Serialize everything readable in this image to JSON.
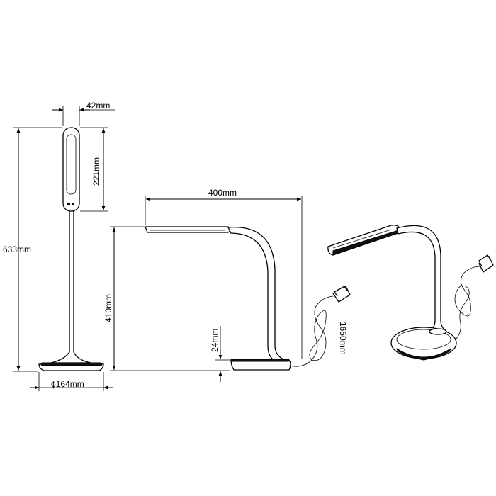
{
  "diagram": {
    "dimensions": {
      "head_width": "42mm",
      "head_length": "221mm",
      "total_height": "633mm",
      "base_diameter": "ϕ164mm",
      "arm_reach": "400mm",
      "lamp_height": "410mm",
      "base_height": "24mm",
      "cable_length": "1650mm"
    },
    "colors": {
      "line": "#000000",
      "background": "#ffffff"
    }
  }
}
